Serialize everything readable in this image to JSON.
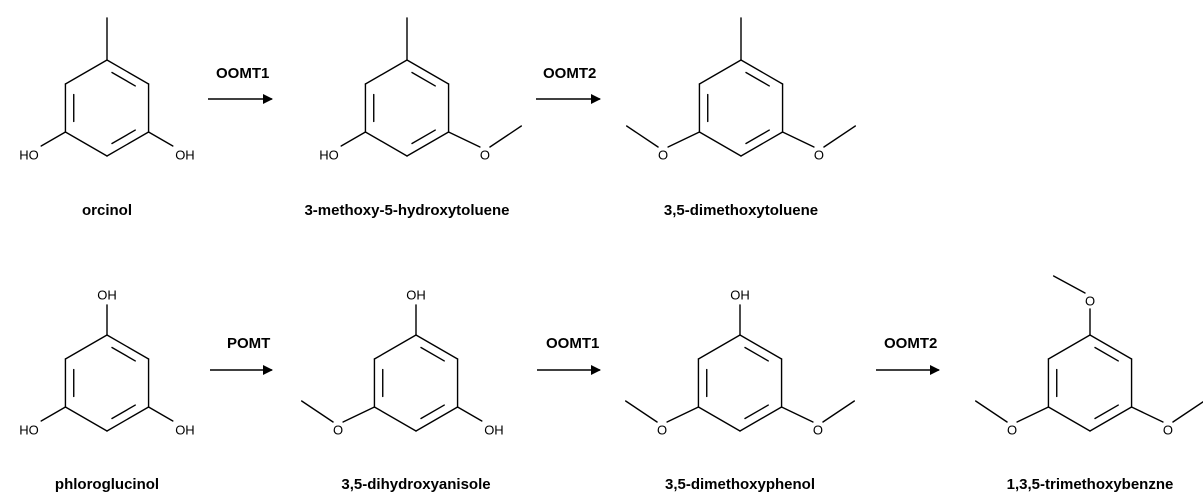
{
  "atom_labels": {
    "hydroxyl": "HO",
    "hydroxyl_right": "OH",
    "oxygen": "O"
  },
  "row1": {
    "compounds": [
      {
        "name": "orcinol",
        "top": "methyl",
        "left": "hydroxyl",
        "right": "hydroxyl"
      },
      {
        "name": "3-methoxy-5-hydroxytoluene",
        "top": "methyl",
        "left": "hydroxyl",
        "right": "methoxy"
      },
      {
        "name": "3,5-dimethoxytoluene",
        "top": "methyl",
        "left": "methoxy",
        "right": "methoxy"
      }
    ],
    "enzymes": [
      "OOMT1",
      "OOMT2"
    ]
  },
  "row2": {
    "compounds": [
      {
        "name": "phloroglucinol",
        "top": "hydroxyl",
        "left": "hydroxyl",
        "right": "hydroxyl"
      },
      {
        "name": "3,5-dihydroxyanisole",
        "top": "hydroxyl",
        "left": "methoxy",
        "right": "hydroxyl"
      },
      {
        "name": "3,5-dimethoxyphenol",
        "top": "hydroxyl",
        "left": "methoxy",
        "right": "methoxy"
      },
      {
        "name": "1,3,5-trimethoxybenzne",
        "top": "methoxy",
        "left": "methoxy",
        "right": "methoxy"
      }
    ],
    "enzymes": [
      "POMT",
      "OOMT1",
      "OOMT2"
    ]
  }
}
